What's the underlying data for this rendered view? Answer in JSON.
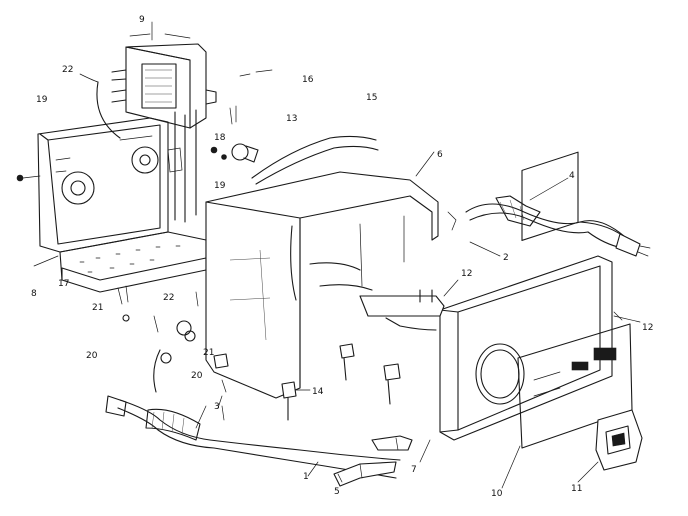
{
  "callouts": [
    {
      "id": "c9",
      "text": "9"
    },
    {
      "id": "c22a",
      "text": "22"
    },
    {
      "id": "c19a",
      "text": "19"
    },
    {
      "id": "c16",
      "text": "16"
    },
    {
      "id": "c15",
      "text": "15"
    },
    {
      "id": "c13",
      "text": "13"
    },
    {
      "id": "c18",
      "text": "18"
    },
    {
      "id": "c19b",
      "text": "19"
    },
    {
      "id": "c6",
      "text": "6"
    },
    {
      "id": "c4",
      "text": "4"
    },
    {
      "id": "c2",
      "text": "2"
    },
    {
      "id": "c17",
      "text": "17"
    },
    {
      "id": "c8",
      "text": "8"
    },
    {
      "id": "c21a",
      "text": "21"
    },
    {
      "id": "c22b",
      "text": "22"
    },
    {
      "id": "c20a",
      "text": "20"
    },
    {
      "id": "c12a",
      "text": "12"
    },
    {
      "id": "c12b",
      "text": "12"
    },
    {
      "id": "c21b",
      "text": "21"
    },
    {
      "id": "c20b",
      "text": "20"
    },
    {
      "id": "c3",
      "text": "3"
    },
    {
      "id": "c14",
      "text": "14"
    },
    {
      "id": "c1",
      "text": "1"
    },
    {
      "id": "c5",
      "text": "5"
    },
    {
      "id": "c7",
      "text": "7"
    },
    {
      "id": "c10",
      "text": "10"
    },
    {
      "id": "c11",
      "text": "11"
    }
  ]
}
